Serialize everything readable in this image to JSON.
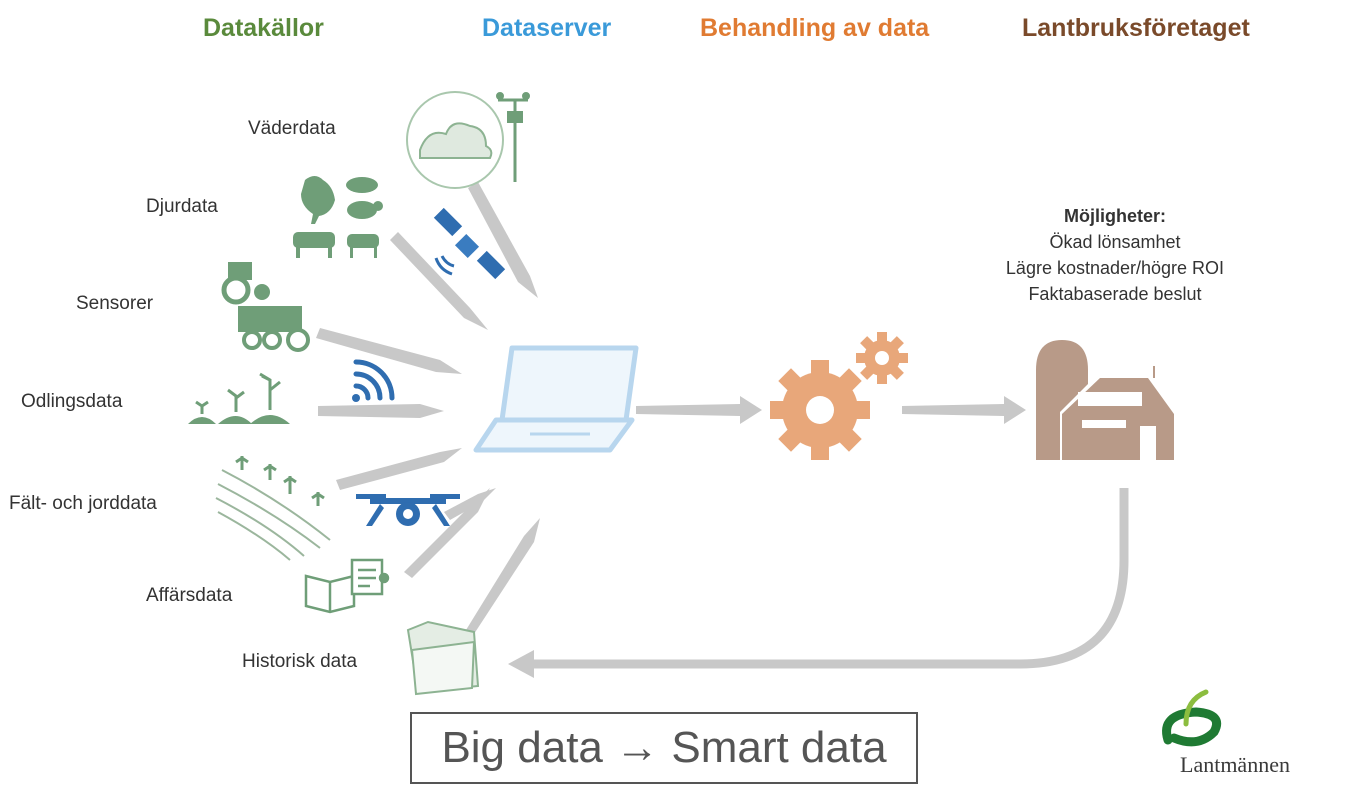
{
  "headers": {
    "sources": "Datakällor",
    "server": "Dataserver",
    "processing": "Behandling av data",
    "company": "Lantbruksföretaget"
  },
  "sources": [
    {
      "label": "Väderdata",
      "icon": "cloud-weather-icon"
    },
    {
      "label": "Djurdata",
      "icon": "livestock-icon"
    },
    {
      "label": "Sensorer",
      "icon": "tractor-combine-icon"
    },
    {
      "label": "Odlingsdata",
      "icon": "seedling-icon"
    },
    {
      "label": "Fält- och jorddata",
      "icon": "field-icon"
    },
    {
      "label": "Affärsdata",
      "icon": "book-document-icon"
    },
    {
      "label": "Historisk data",
      "icon": "folder-icon"
    }
  ],
  "opportunities": {
    "heading": "Möjligheter:",
    "items": [
      "Ökad lönsamhet",
      "Lägre kostnader/högre ROI",
      "Faktabaserade beslut"
    ]
  },
  "tagline": "Big data → Smart data",
  "logo": {
    "text": "Lantmännen"
  },
  "colors": {
    "sources": "#5a8a3c",
    "server": "#3a9ad9",
    "processing": "#e07b32",
    "company": "#7a4a2a",
    "arrow": "#c8c8c8",
    "gear": "#e8a77a",
    "barn": "#b89a88",
    "laptop": "#b8d6ee",
    "icon_green": "#6f9e78",
    "icon_blue": "#2f6db0"
  }
}
